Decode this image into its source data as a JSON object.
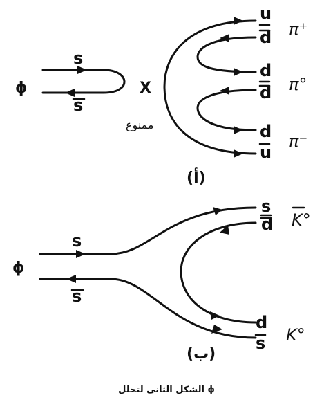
{
  "diagram_a": {
    "phi": "ϕ",
    "s_in": "s",
    "sbar_in": "s",
    "cross": "X",
    "forbidden": "ممنوع",
    "quarks": [
      "u",
      "d",
      "d",
      "d",
      "d",
      "u"
    ],
    "mesons": [
      "π⁺",
      "π°",
      "π⁻"
    ],
    "label": "(أ)"
  },
  "diagram_b": {
    "phi": "ϕ",
    "s_in": "s",
    "sbar_in": "s",
    "quarks": [
      "s",
      "d",
      "d",
      "s"
    ],
    "mesons": [
      "K°",
      "K°"
    ],
    "label": "(ب)"
  },
  "caption": "الشكل الثاني لتحلل ϕ"
}
